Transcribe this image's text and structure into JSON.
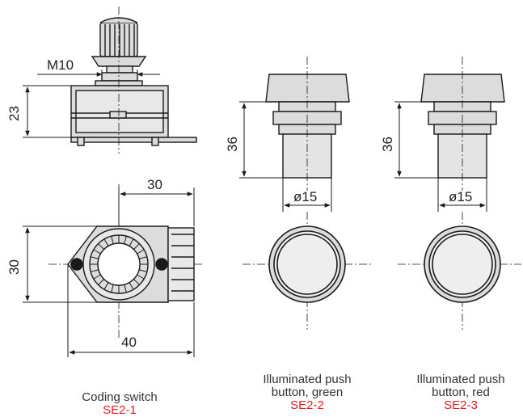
{
  "dimensions": {
    "m10": "M10",
    "switch_height": "23",
    "switch_width": "30",
    "switch_depth": "30",
    "switch_length": "40",
    "green_height": "36",
    "green_diameter": "ø15",
    "red_height": "36",
    "red_diameter": "ø15"
  },
  "captions": {
    "coding_switch": {
      "name": "Coding switch",
      "code": "SE2-1"
    },
    "push_green": {
      "line1": "Illuminated push",
      "line2": "button, green",
      "code": "SE2-2"
    },
    "push_red": {
      "line1": "Illuminated push",
      "line2": "button, red",
      "code": "SE2-3"
    }
  },
  "colors": {
    "line": "#1a1a1a",
    "fill": "#d9d9d9",
    "accent": "#e01e25"
  }
}
